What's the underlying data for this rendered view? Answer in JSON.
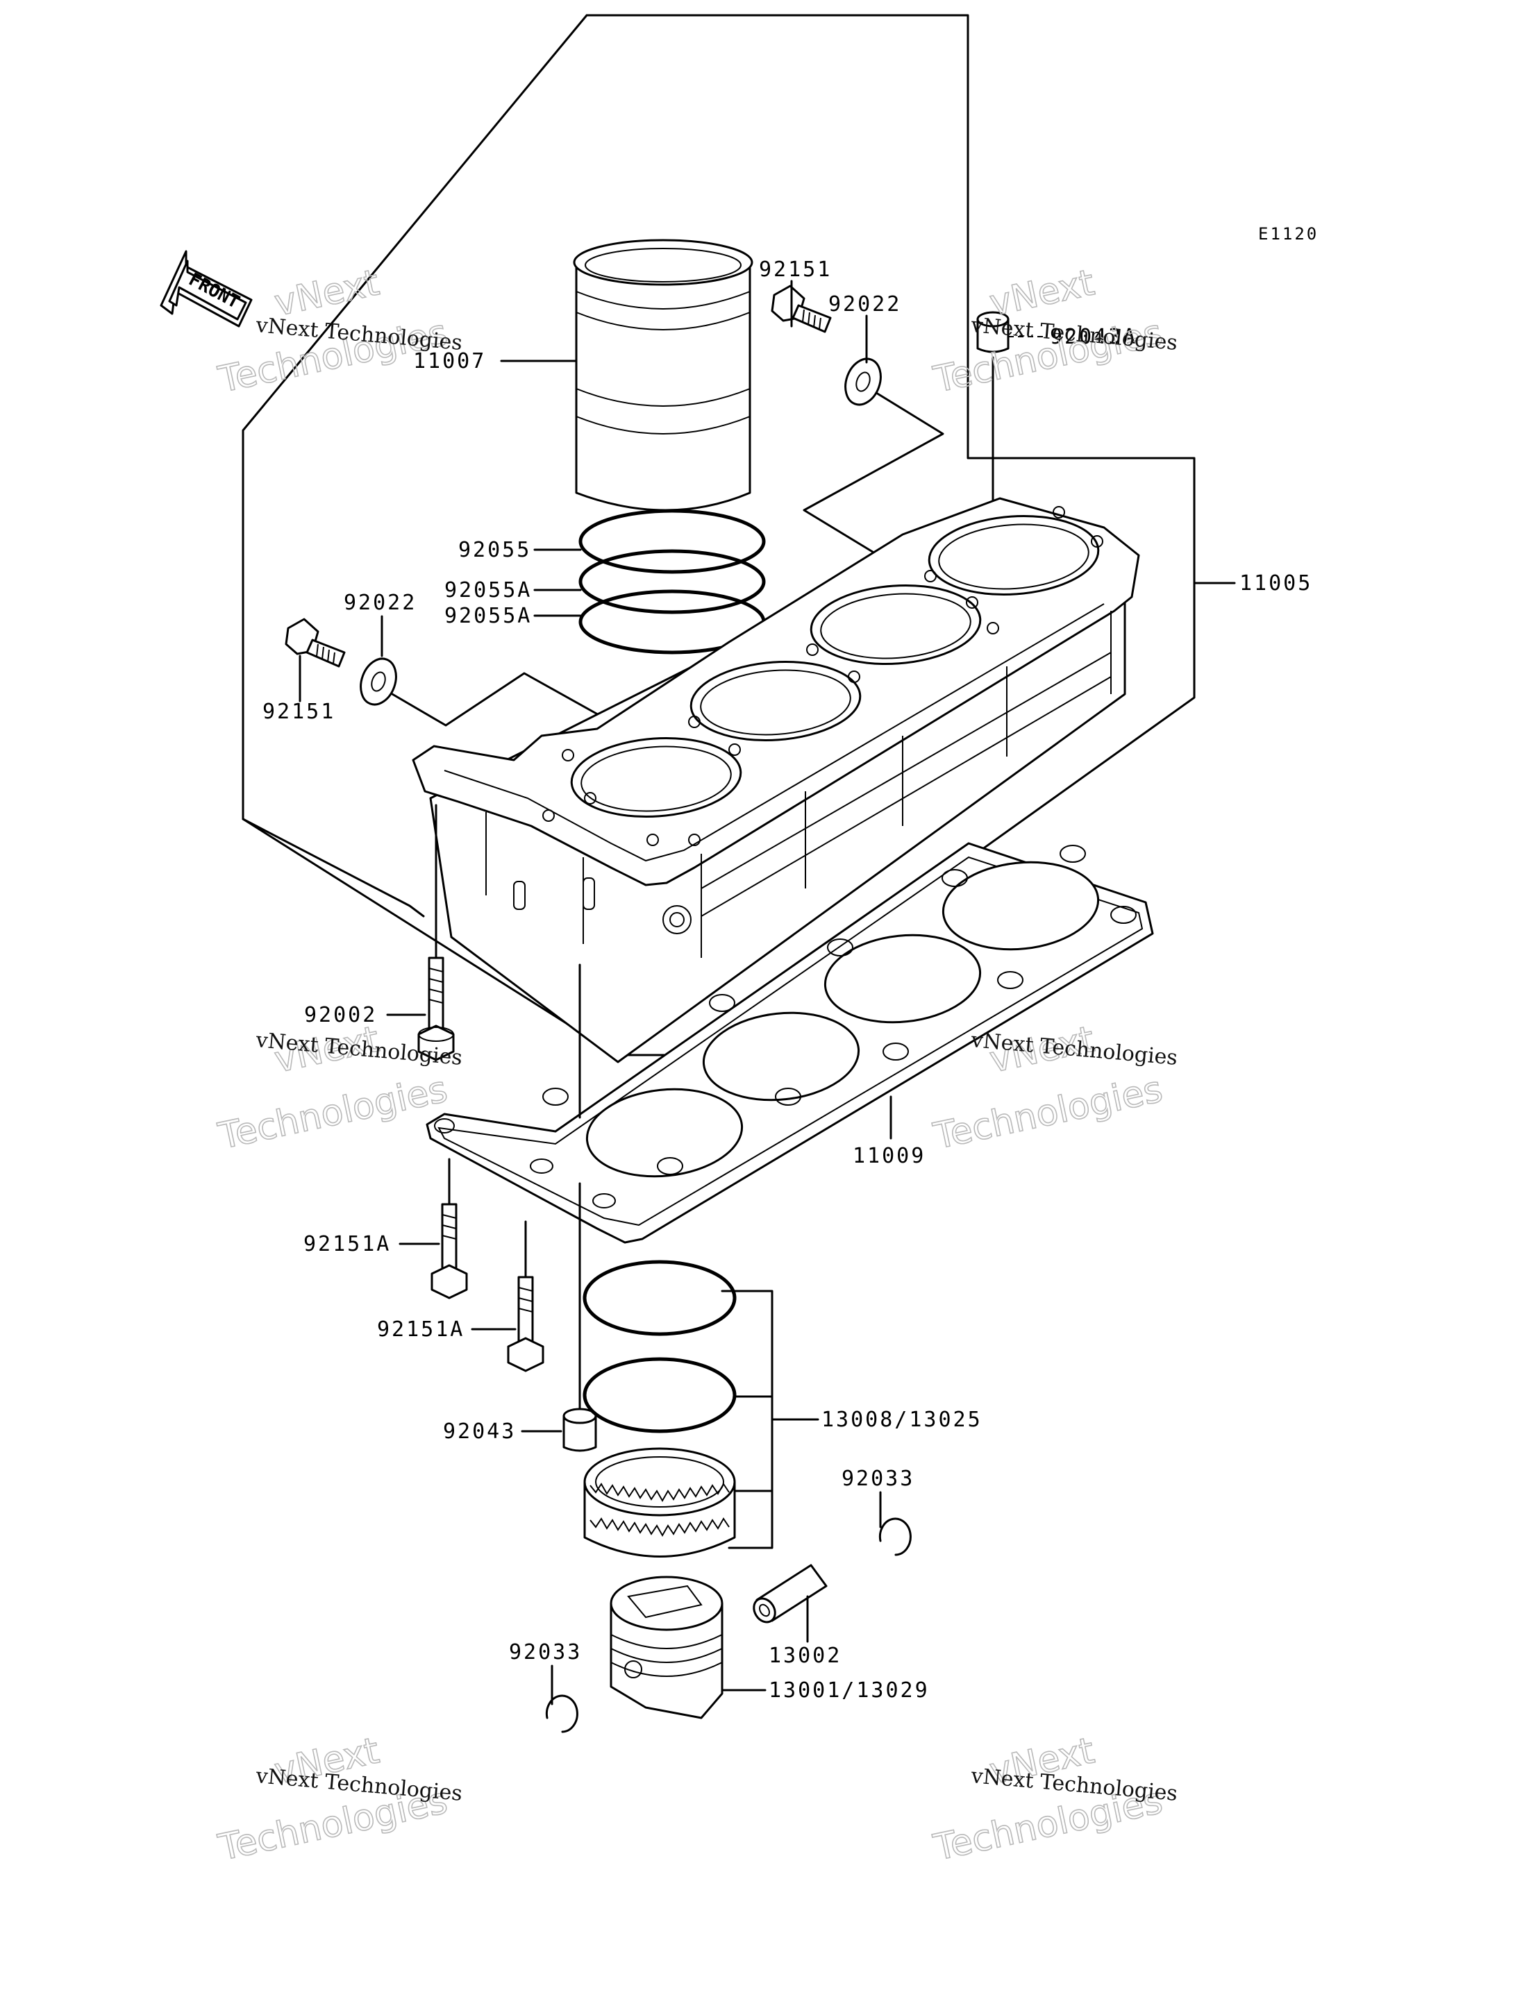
{
  "diagram_code": "E1120",
  "front_arrow_label": "FRONT",
  "watermark": {
    "line1": "vNext Technologies",
    "big_line1": "vNext",
    "big_line2": "Technologies"
  },
  "parts": [
    {
      "id": "11007",
      "label": "11007"
    },
    {
      "id": "92151-top",
      "label": "92151"
    },
    {
      "id": "92022-top",
      "label": "92022"
    },
    {
      "id": "92043A",
      "label": "92043A"
    },
    {
      "id": "92055",
      "label": "92055"
    },
    {
      "id": "92055A-1",
      "label": "92055A"
    },
    {
      "id": "92055A-2",
      "label": "92055A"
    },
    {
      "id": "92022-left",
      "label": "92022"
    },
    {
      "id": "92151-left",
      "label": "92151"
    },
    {
      "id": "11005",
      "label": "11005"
    },
    {
      "id": "92002",
      "label": "92002"
    },
    {
      "id": "11009",
      "label": "11009"
    },
    {
      "id": "92151A-1",
      "label": "92151A"
    },
    {
      "id": "92151A-2",
      "label": "92151A"
    },
    {
      "id": "13008-13025",
      "label": "13008/13025"
    },
    {
      "id": "92043",
      "label": "92043"
    },
    {
      "id": "92033-right",
      "label": "92033"
    },
    {
      "id": "13002",
      "label": "13002"
    },
    {
      "id": "92033-left",
      "label": "92033"
    },
    {
      "id": "13001-13029",
      "label": "13001/13029"
    }
  ]
}
